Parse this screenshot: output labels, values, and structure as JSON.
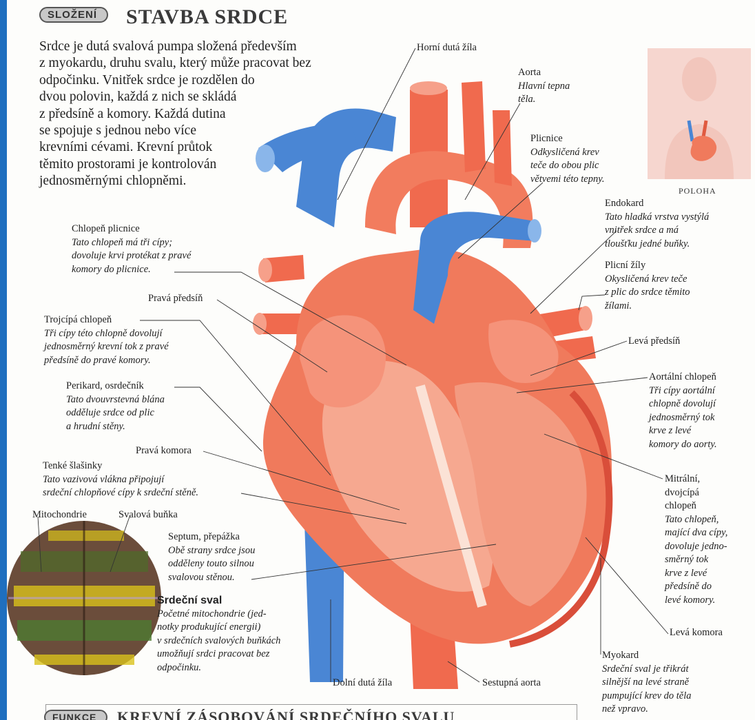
{
  "header": {
    "tag": "SLOŽENÍ",
    "title": "STAVBA SRDCE"
  },
  "intro": [
    "Srdce je dutá svalová pumpa složená především",
    "z myokardu, druhu svalu, který může pracovat bez",
    "odpočinku. Vnitřek srdce je rozdělen do",
    "dvou polovin, každá z nich se skládá",
    "z předsíně a komory. Každá dutina",
    "se spojuje s jednou nebo více",
    "krevními cévami. Krevní průtok",
    "těmito prostorami je kontrolován",
    "jednosměrnými chlopněmi."
  ],
  "labels": {
    "horni_duta_zila": "Horní dutá žíla",
    "aorta": {
      "head": "Aorta",
      "desc": [
        "Hlavní tepna",
        "těla."
      ]
    },
    "plicnice": {
      "head": "Plicnice",
      "desc": [
        "Odkysličená krev",
        "teče do obou plic",
        "větvemi této tepny."
      ]
    },
    "poloha": "POLOHA",
    "endokard": {
      "head": "Endokard",
      "desc": [
        "Tato hladká vrstva vystýlá",
        "vnitřek srdce a má",
        "tloušťku jedné buňky."
      ]
    },
    "plicni_zily": {
      "head": "Plicní žíly",
      "desc": [
        "Okysličená krev teče",
        "z plic do srdce těmito",
        "žílami."
      ]
    },
    "leva_predsin": "Levá předsíň",
    "aortalni_chlopen": {
      "head": "Aortální chlopeň",
      "desc": [
        "Tři cípy aortální",
        "chlopně dovolují",
        "jednosměrný tok",
        "krve z levé",
        "komory do aorty."
      ]
    },
    "mitralni": {
      "head": [
        "Mitrální,",
        "dvojcípá",
        "chlopeň"
      ],
      "desc": [
        "Tato chlopeň,",
        "mající dva cípy,",
        "dovoluje jedno-",
        "směrný tok",
        "krve z levé",
        "předsíně do",
        "levé komory."
      ]
    },
    "leva_komora": "Levá komora",
    "myokard": {
      "head": "Myokard",
      "desc": [
        "Srdeční sval je třikrát",
        "silnější na levé straně",
        "pumpující krev do těla",
        "než vpravo."
      ]
    },
    "sestupna_aorta": "Sestupná aorta",
    "dolni_duta_zila": "Dolní dutá žíla",
    "chlopen_plicnice": {
      "head": "Chlopeň plicnice",
      "desc": [
        "Tato chlopeň má tři cípy;",
        "dovoluje krvi protékat z pravé",
        "komory do plicnice."
      ]
    },
    "prava_predsin": "Pravá předsíň",
    "trojcipa": {
      "head": "Trojcípá chlopeň",
      "desc": [
        "Tři cípy této chlopně dovolují",
        "jednosměrný krevní tok z pravé",
        "předsíně do pravé komory."
      ]
    },
    "perikard": {
      "head": "Perikard, osrdečník",
      "desc": [
        "Tato dvouvrstevná blána",
        "odděluje srdce od plic",
        "a hrudní stěny."
      ]
    },
    "prava_komora": "Pravá komora",
    "tenke_slasinky": {
      "head": "Tenké šlašinky",
      "desc": [
        "Tato vazivová vlákna připojují",
        "srdeční chlopňové cípy k srdeční stěně."
      ]
    },
    "mitochondrie": "Mitochondrie",
    "svalova_bunka": "Svalová buňka",
    "septum": {
      "head": "Septum, přepážka",
      "desc": [
        "Obě strany srdce jsou",
        "odděleny touto silnou",
        "svalovou stěnou."
      ]
    },
    "srdecni_sval": {
      "head": "Srdeční sval",
      "desc": [
        "Početné mitochondrie (jed-",
        "notky produkující energii)",
        "v srdečních svalových buňkách",
        "umožňují srdci pracovat bez",
        "odpočinku."
      ]
    }
  },
  "footer": {
    "tag": "FUNKCE",
    "title": "KREVNÍ ZÁSOBOVÁNÍ SRDEČNÍHO SVALU"
  }
}
